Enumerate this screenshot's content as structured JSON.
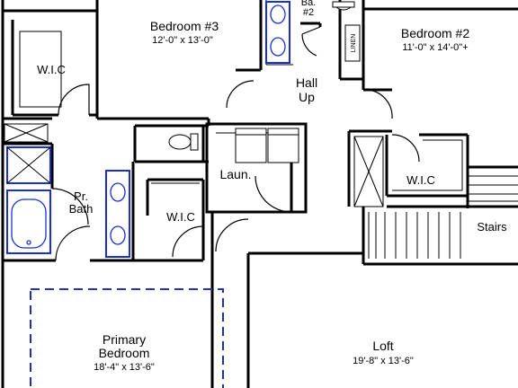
{
  "rooms": {
    "bedroom3": {
      "name": "Bedroom #3",
      "size": "12'-0\" x 13'-0\""
    },
    "bedroom2": {
      "name": "Bedroom #2",
      "size": "11'-0\" x 14'-0\"+"
    },
    "bath2": {
      "line1": "Ba.",
      "line2": "#2"
    },
    "linen": "LINEN",
    "hall": {
      "line1": "Hall",
      "line2": "Up"
    },
    "wic_left": "W.I.C",
    "wic_primary": "W.I.C",
    "wic_right": "W.I.C",
    "laundry": "Laun.",
    "pr_bath": {
      "line1": "Pr.",
      "line2": "Bath"
    },
    "stairs": "Stairs",
    "primary": {
      "line1": "Primary",
      "line2": "Bedroom",
      "size": "18'-4\" x 13'-6\""
    },
    "loft": {
      "name": "Loft",
      "size": "19'-8\" x 13'-6\""
    }
  },
  "colors": {
    "walls": "#000000",
    "plumbing_fixtures": "#1a2fd0",
    "tray_ceiling_dash": "#2233aa"
  }
}
